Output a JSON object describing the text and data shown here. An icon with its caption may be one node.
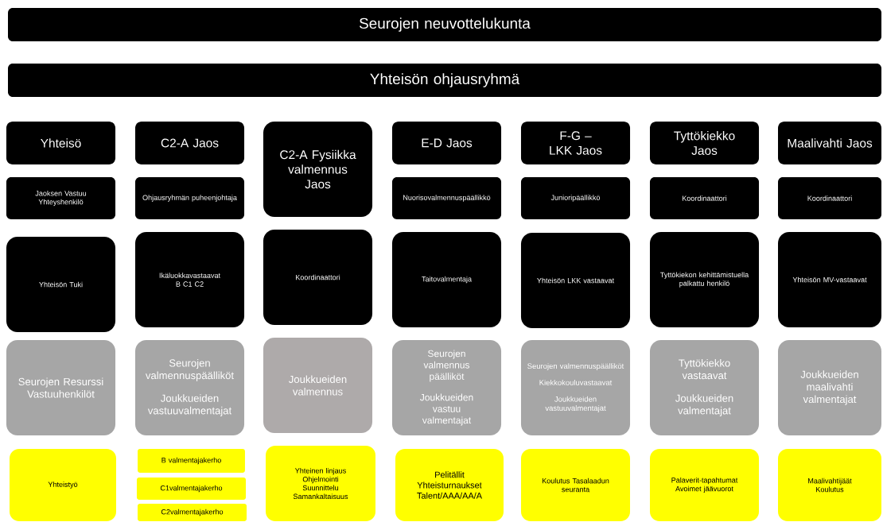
{
  "diagram": {
    "nodes": [
      {
        "text": [
          "Seurojen neuvottelukunta"
        ]
      },
      {
        "text": [
          "Yhteisön ohjausryhmä"
        ]
      },
      {
        "text": [
          "Yhteisö"
        ]
      },
      {
        "text": [
          "C2-A Jaos"
        ]
      },
      {
        "text": [
          "C2-A Fysiikka valmennus Jaos"
        ]
      },
      {
        "text": [
          "E-D Jaos"
        ]
      },
      {
        "text": [
          "F-G – LKK Jaos"
        ]
      },
      {
        "text": [
          "Tyttökiekko Jaos"
        ]
      },
      {
        "text": [
          "Maalivahti Jaos"
        ]
      },
      {
        "text": [
          "Jaoksen Vastuu Yhteyshenkilö"
        ]
      },
      {
        "text": [
          "Ohjausryhmän puheenjohtaja"
        ]
      },
      {
        "text": [
          "Nuorisovalmennuspäällikkö"
        ]
      },
      {
        "text": [
          "Junioripäällikkö"
        ]
      },
      {
        "text": [
          "Koordinaattori"
        ]
      },
      {
        "text": [
          "Koordinaattori"
        ]
      },
      {
        "text": [
          "Yhteisön Tuki"
        ]
      },
      {
        "text": [
          "Ikäluokkavastaavat B C1 C2"
        ]
      },
      {
        "text": [
          "Koordinaattori"
        ]
      },
      {
        "text": [
          "Taitovalmentaja"
        ]
      },
      {
        "text": [
          "Yhteisön LKK vastaavat"
        ]
      },
      {
        "text": [
          "Tyttökiekon kehittämistuella palkattu henkilö"
        ]
      },
      {
        "text": [
          "Yhteisön MV-vastaavat"
        ]
      },
      {
        "text": [
          "Seurojen Resurssi Vastuuhenkilöt"
        ]
      },
      {
        "text": [
          "Seurojen valmennuspäälliköt",
          "Joukkueiden vastuuvalmentajat"
        ]
      },
      {
        "text": [
          "Joukkueiden valmennus"
        ]
      },
      {
        "text": [
          "Seurojen valmennus päälliköt",
          "Joukkueiden vastuu valmentajat"
        ]
      },
      {
        "text": [
          "Seurojen valmennuspäälliköt",
          "Kiekkokouluvastaavat",
          "Joukkueiden vastuuvalmentajat"
        ]
      },
      {
        "text": [
          "Tyttökiekko vastaavat",
          "Joukkueiden valmentajat"
        ]
      },
      {
        "text": [
          "Joukkueiden maalivahti valmentajat"
        ]
      },
      {
        "text": [
          "Yhteistyö"
        ]
      },
      {
        "text": [
          "B valmentajakerho"
        ]
      },
      {
        "text": [
          "C1valmentajakerho"
        ]
      },
      {
        "text": [
          "C2valmentajakerho"
        ]
      },
      {
        "text": [
          "Yhteinen linjaus Ohjelmointi Suunnittelu Samankaltaisuus"
        ]
      },
      {
        "text": [
          "Pelitällit Yhteisturnaukset Talent/AAA/AA/A"
        ]
      },
      {
        "text": [
          "Koulutus Tasalaadun seuranta"
        ]
      },
      {
        "text": [
          "Palaverit-tapahtumat Avoimet jäävuorot"
        ]
      },
      {
        "text": [
          "Maalivahtijäät Koulutus"
        ]
      }
    ]
  }
}
